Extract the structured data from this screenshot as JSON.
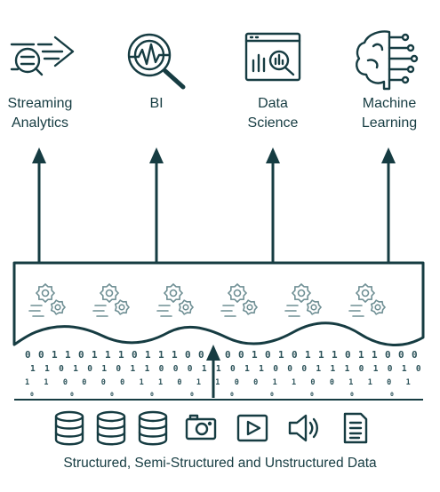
{
  "use_cases": [
    {
      "label": "Streaming\nAnalytics",
      "icon": "streaming-analytics-icon"
    },
    {
      "label": "BI",
      "icon": "bi-magnifier-icon"
    },
    {
      "label": "Data\nScience",
      "icon": "data-science-icon"
    },
    {
      "label": "Machine\nLearning",
      "icon": "machine-learning-brain-icon"
    }
  ],
  "processing_icon": "gear-process-icon",
  "processing_count": 6,
  "binary_rows": [
    "0 0 1 1 0 1 1 1 0 1 1 1 0 0 1 0 0 1 0 1 0 1 1 1 0 1 1 0 0 0",
    "1 1 0 1 0 1 0 1 1 0 0 0 1 1 0 1 1 0 0 0 1 1 1 0 1 0 1 0",
    "1 1 0 0 0 0 1 1 0 1 1 0 0 1 1 0 0 1 1 0 1",
    "0 0 0 0 0 0 0 0 0 0"
  ],
  "data_sources": [
    {
      "icon": "database-icon"
    },
    {
      "icon": "database-icon"
    },
    {
      "icon": "database-icon"
    },
    {
      "icon": "camera-icon"
    },
    {
      "icon": "video-play-icon"
    },
    {
      "icon": "audio-speaker-icon"
    },
    {
      "icon": "document-icon"
    }
  ],
  "footer": "Structured, Semi-Structured and Unstructured Data",
  "colors": {
    "ink": "#163c42",
    "bits": "#2a5158"
  }
}
